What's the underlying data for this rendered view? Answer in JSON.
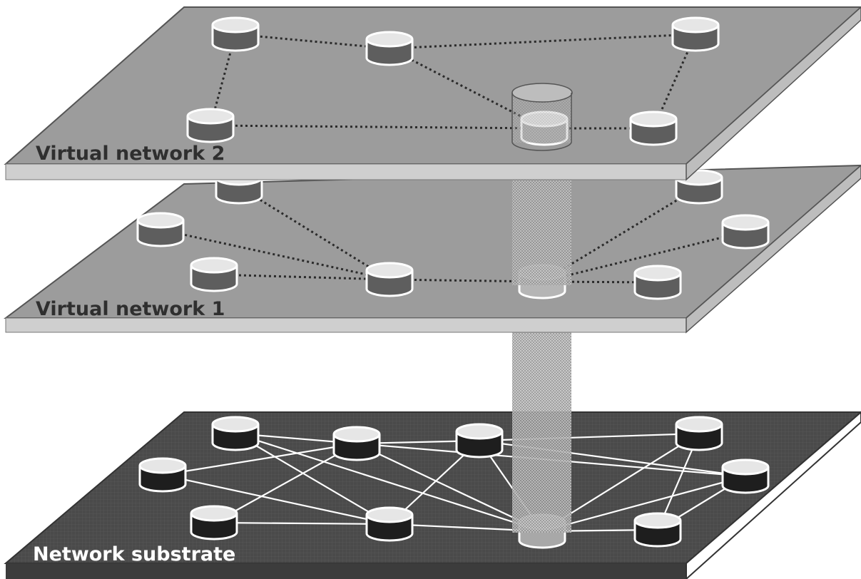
{
  "layers": {
    "virtual_network_2": {
      "label": "Virtual network 2"
    },
    "virtual_network_1": {
      "label": "Virtual network 1"
    },
    "substrate": {
      "label": "Network substrate"
    }
  },
  "colors": {
    "virtual_plane_top": "#9a9a9a",
    "virtual_plane_front": "#c8c8c8",
    "virtual_plane_edge": "#5a5a5a",
    "substrate_plane": "#4a4a4a",
    "substrate_front": "#ffffff",
    "node_body": "#5e5e5e",
    "node_rim": "#ffffff",
    "substrate_node_body": "#1e1e1e",
    "virtual_link": "#2b2b2b",
    "substrate_link": "#ffffff"
  }
}
